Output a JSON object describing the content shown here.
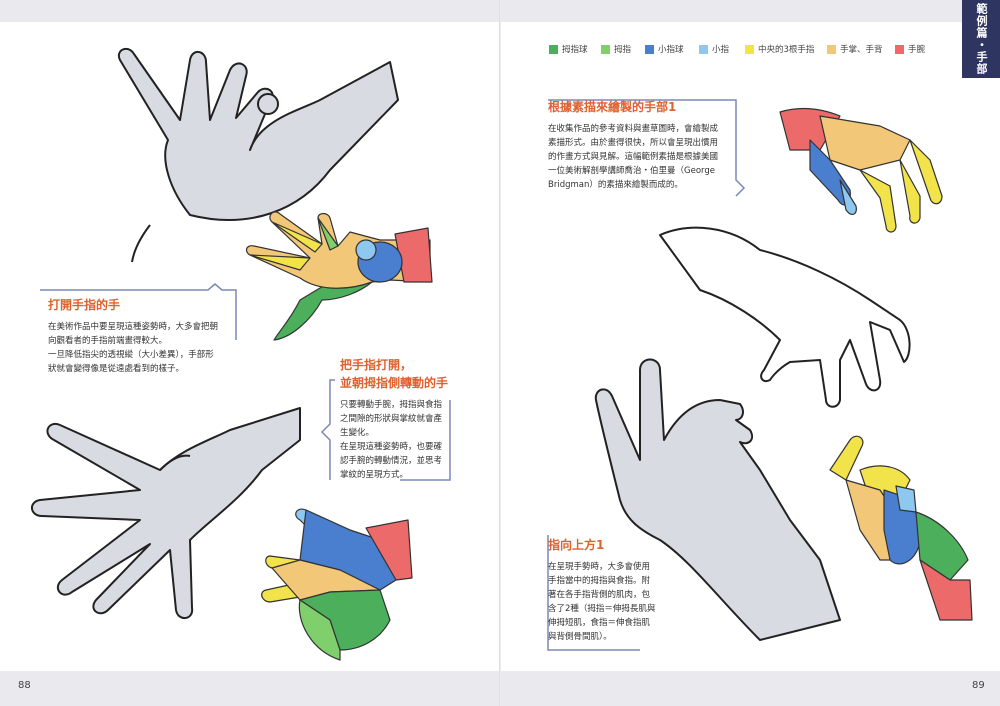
{
  "section_tab": "範例篇・手部",
  "page_left": "88",
  "page_right": "89",
  "legend": [
    {
      "label": "拇指球",
      "color": "#4caf5c"
    },
    {
      "label": "拇指",
      "color": "#7fcf6d"
    },
    {
      "label": "小指球",
      "color": "#4a7fd0"
    },
    {
      "label": "小指",
      "color": "#8ec8f0"
    },
    {
      "label": "中央的3根手指",
      "color": "#f2e34a"
    },
    {
      "label": "手掌、手背",
      "color": "#f2c777"
    },
    {
      "label": "手腕",
      "color": "#ec6a6a"
    }
  ],
  "notes": {
    "open_fingers": {
      "title": "打開手指的手",
      "body": [
        "在美術作品中要呈現這種姿勢時，大多會把朝",
        "向觀看者的手指前端畫得較大。",
        "一旦降低指尖的透視縱（大小差異），手部形",
        "狀就會變得像是從遠處看到的樣子。"
      ]
    },
    "spread_thumb": {
      "title_line1": "把手指打開，",
      "title_line2": "並朝拇指側轉動的手",
      "body": [
        "只要轉動手腕，拇指與食指",
        "之間隙的形狀與掌紋就會產",
        "生變化。",
        "在呈現這種姿勢時，也要確",
        "認手腕的轉動情況，並思考",
        "掌紋的呈現方式。"
      ]
    },
    "sketch_based": {
      "title": "根據素描來繪製的手部1",
      "body": [
        "在收集作品的參考資料與畫草圖時，會繪製成",
        "素描形式。由於畫得很快，所以會呈現出慣用",
        "的作畫方式與見解。這幅範例素描是根據美國",
        "一位美術解剖學講師喬治・伯里曼（George",
        "Bridgman）的素描來繪製而成的。"
      ]
    },
    "pointing_up": {
      "title": "指向上方1",
      "body": [
        "在呈現手勢時，大多會使用",
        "手指當中的拇指與食指。附",
        "著在各手指背側的肌肉，包",
        "含了2種（拇指＝伸拇長肌與",
        "伸拇短肌，食指＝伸食指肌",
        "與背側骨間肌）。"
      ]
    }
  },
  "illustrations": [
    {
      "name": "open-hand-top-left"
    },
    {
      "name": "colored-hand-mid-left"
    },
    {
      "name": "open-hand-bottom-left"
    },
    {
      "name": "colored-hand-bottom-center"
    },
    {
      "name": "colored-hand-top-right"
    },
    {
      "name": "relaxed-hand-right"
    },
    {
      "name": "pointing-hand-right"
    },
    {
      "name": "colored-hand-bottom-right"
    }
  ]
}
